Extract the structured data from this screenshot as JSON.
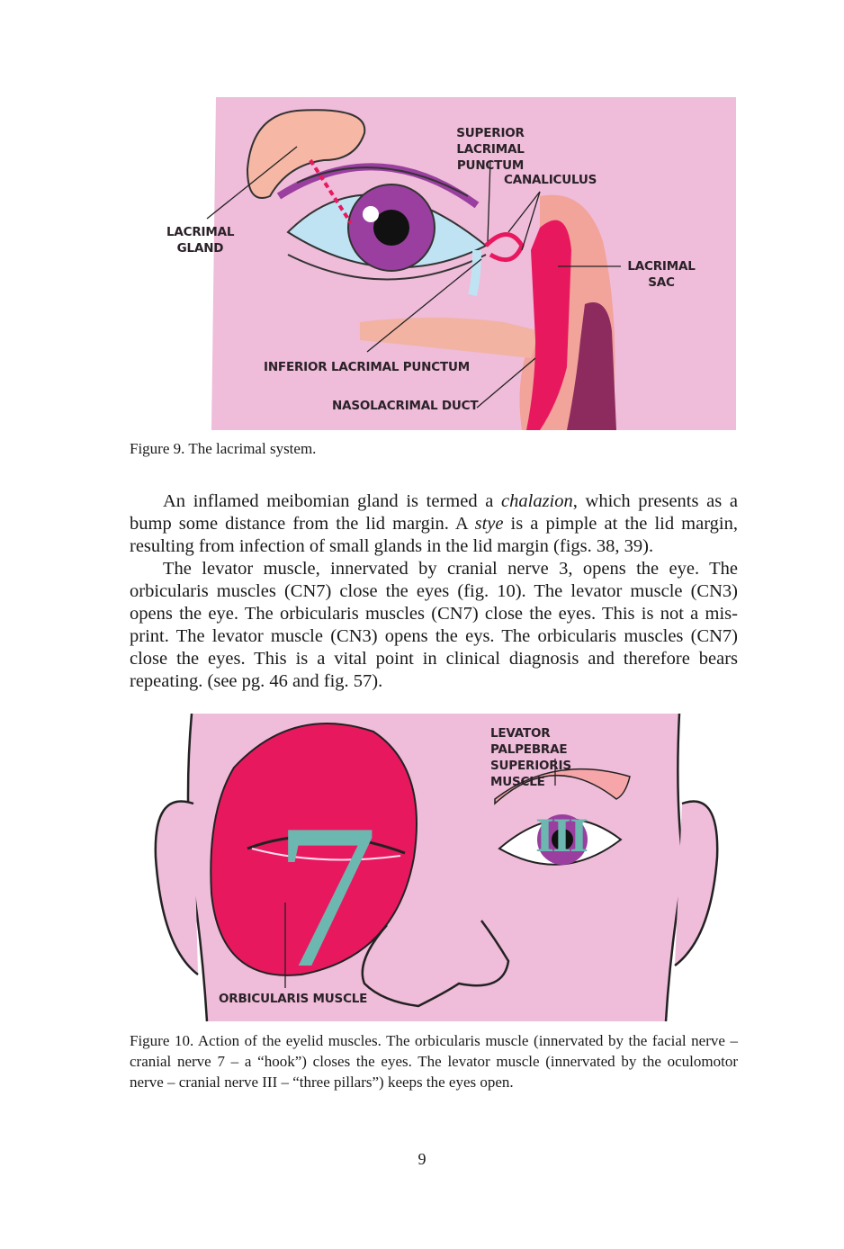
{
  "figure9": {
    "labels": {
      "superior_punctum": "SUPERIOR LACRIMAL PUNCTUM",
      "canaliculus": "CANALICULUS",
      "lacrimal_gland": "LACRIMAL GLAND",
      "lacrimal_sac": "LACRIMAL SAC",
      "inferior_punctum": "INFERIOR LACRIMAL PUNCTUM",
      "nasolacrimal_duct": "NASOLACRIMAL DUCT"
    },
    "caption": "Figure 9. The lacrimal system."
  },
  "body": {
    "p1": {
      "t1": "An inflamed meibomian gland is termed a ",
      "em1": "chalazion",
      "t2": ", which presents as a bump some distance from the lid margin. A ",
      "em2": "stye",
      "t3": " is a pimple at the lid margin, resulting from infection of small glands in the lid margin (figs. 38, 39)."
    },
    "p2": "The levator muscle, innervated by cranial nerve 3, opens the eye. The orbicularis muscles (CN7) close the eyes (fig. 10). The levator muscle (CN3) opens the eye. The orbicularis muscles (CN7) close the eyes. This is not a mis-print. The levator muscle (CN3) opens the eys. The orbicularis muscles (CN7) close the eyes. This is a vital point in clinical diagnosis and therefore bears repeating. (see pg. 46 and fig. 57)."
  },
  "figure10": {
    "labels": {
      "levator": "LEVATOR PALPEBRAE SUPERIORIS MUSCLE",
      "orbicularis": "ORBICULARIS MUSCLE",
      "seven": "7",
      "three": "III"
    },
    "caption": "Figure 10. Action of the eyelid muscles. The orbicularis muscle (innervated by the facial nerve – cranial nerve 7 – a “hook”) closes the eyes. The levator muscle (innervated by the oculomotor nerve – cranial nerve III – “three pillars”) keeps the eyes open."
  },
  "page_number": "9"
}
